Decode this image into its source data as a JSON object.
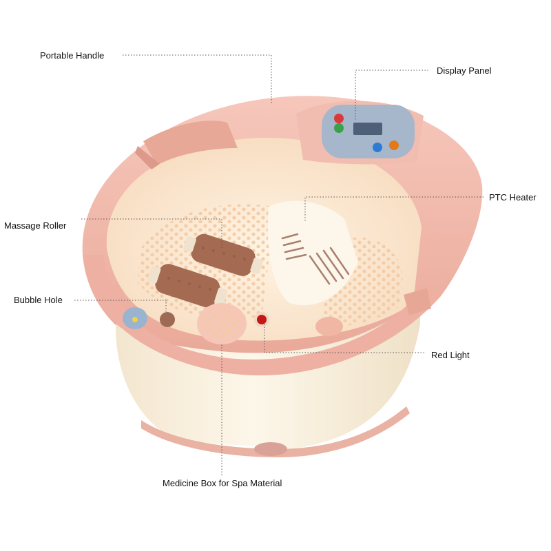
{
  "labels": {
    "portable_handle": "Portable Handle",
    "display_panel": "Display Panel",
    "ptc_heater": "PTC Heater",
    "massage_roller": "Massage Roller",
    "bubble_hole": "Bubble Hole",
    "red_light": "Red Light",
    "medicine_box": "Medicine Box for Spa Material"
  },
  "colors": {
    "shell_pink": "#efb3a6",
    "basin_cream": "#fbe7cf",
    "body_cream": "#fbf3e2",
    "panel_blue": "#9fb2c8",
    "roller_brown": "#a86f56",
    "red_light": "#c01818",
    "leader_line": "#555555"
  }
}
